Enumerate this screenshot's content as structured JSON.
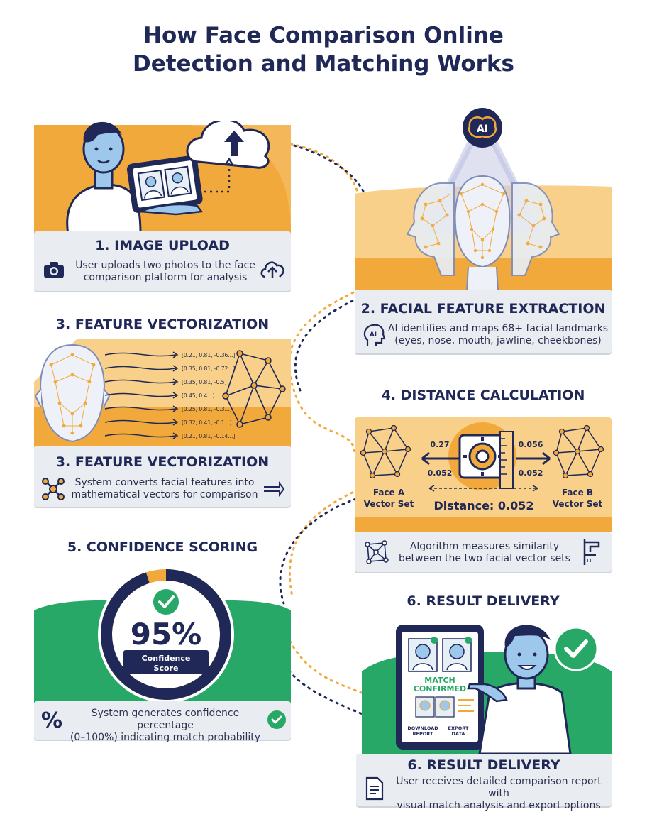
{
  "title": {
    "line1": "How Face Comparison Online",
    "line2": "Detection and Matching Works"
  },
  "steps": {
    "upload": {
      "title": "1. IMAGE UPLOAD",
      "desc_line1": "User uploads two photos to the face",
      "desc_line2": "comparison platform for analysis",
      "icon": "camera-icon",
      "icon2": "cloud-upload-icon"
    },
    "extraction": {
      "title": "2. FACIAL FEATURE EXTRACTION",
      "desc_line1": "AI identifies and maps 68+ facial landmarks",
      "desc_line2": "(eyes, nose, mouth, jawline, cheekbones)",
      "ai_badge": "AI",
      "icon": "ai-head-icon"
    },
    "vectorization": {
      "heading": "3. FEATURE VECTORIZATION",
      "title": "3. FEATURE VECTORIZATION",
      "desc_line1": "System converts facial features into",
      "desc_line2": "mathematical vectors for comparison",
      "vectors": [
        "[0.21, 0.81, -0.36...]",
        "[0.35, 0.81, -0.72...]",
        "[0.35, 0.81, -0.5]",
        "[0.45, 0.4...]",
        "[0.25, 0.81, -0.3...]",
        "[0.32, 0.41, -0.1...]",
        "[0.21, 0.81, -0.14...]"
      ],
      "icon": "network-icon",
      "icon2": "arrow-right-icon"
    },
    "distance": {
      "heading": "4. DISTANCE CALCULATION",
      "desc_line1": "Algorithm measures similarity",
      "desc_line2": "between the two facial vector sets",
      "label_a_line1": "Face A",
      "label_a_line2": "Vector Set",
      "label_b_line1": "Face B",
      "label_b_line2": "Vector Set",
      "distance_label": "Distance: 0.052",
      "left_top": "0.27",
      "left_bottom": "0.052",
      "right_top": "0.056",
      "right_bottom": "0.052",
      "icon": "network-icon",
      "icon2": "caliper-icon"
    },
    "confidence": {
      "heading": "5. CONFIDENCE SCORING",
      "score": "95%",
      "score_label_line1": "Confidence",
      "score_label_line2": "Score",
      "score_value": 0.95,
      "desc_line1": "System generates confidence percentage",
      "desc_line2": "(0–100%) indicating match probability",
      "icon": "percent-icon",
      "icon2": "check-circle-icon"
    },
    "result": {
      "heading": "6. RESULT DELIVERY",
      "title": "6. RESULT DELIVERY",
      "match_line1": "MATCH",
      "match_line2": "CONFIRMED",
      "download_line1": "DOWNLOAD",
      "download_line2": "REPORT",
      "export_line1": "EXPORT",
      "export_line2": "DATA",
      "desc_line1": "User receives detailed comparison report with",
      "desc_line2": "visual match analysis and export options",
      "icon": "document-icon"
    }
  },
  "colors": {
    "navy": "#1f2857",
    "orange": "#f2a93b",
    "orange_light": "#f8d08a",
    "green": "#27a866",
    "panel_grey": "#e9ecf0"
  }
}
